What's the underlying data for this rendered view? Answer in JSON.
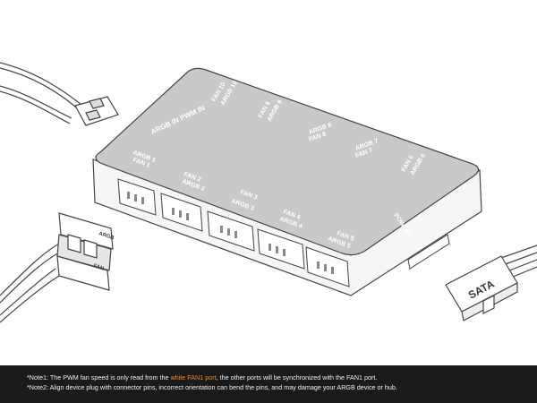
{
  "hub": {
    "top_label": "ARGB IN  PWM IN",
    "ports": [
      {
        "fan": "FAN 1",
        "argb": "ARGB 1"
      },
      {
        "fan": "FAN 2",
        "argb": "ARGB 2"
      },
      {
        "fan": "FAN 3",
        "argb": "ARGB 3"
      },
      {
        "fan": "FAN 4",
        "argb": "ARGB 4"
      },
      {
        "fan": "FAN 5",
        "argb": "ARGB 5"
      },
      {
        "fan": "FAN 6",
        "argb": "ARGB 6"
      },
      {
        "fan": "FAN 7",
        "argb": "ARGB 7"
      },
      {
        "fan": "FAN 8",
        "argb": "ARGB 8"
      },
      {
        "fan": "FAN 9",
        "argb": "ARGB 9"
      },
      {
        "fan": "FAN 10",
        "argb": "ARGB 10"
      }
    ],
    "power_label": "POWER"
  },
  "connector": {
    "argb_label": "ARGB",
    "fan_label": "FAN"
  },
  "sata": {
    "label": "SATA"
  },
  "notes": {
    "note1_prefix": "*Note1: The PWM fan speed is only read from the ",
    "note1_highlight": "white FAN1 port",
    "note1_suffix": ", the other ports will be synchronized with the FAN1 port.",
    "note2": "*Note2: Align device plug with connector pins, incorrect orientation can bend the pins, and may damage your ARGB device or hub."
  },
  "colors": {
    "hub_top": "#c9c9c9",
    "note_highlight": "#f08a2a",
    "note_bar": "#1a1a1a"
  }
}
